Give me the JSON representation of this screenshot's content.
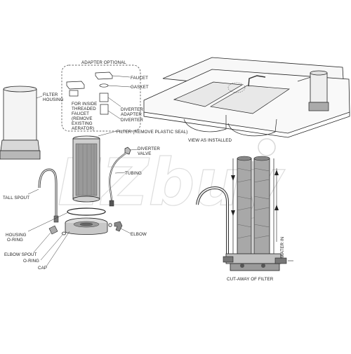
{
  "labels": {
    "adapter_optional": "ADAPTER OPTIONAL",
    "faucet": "FAUCET",
    "gasket": "GASKET",
    "inside_threaded_1": "FOR INSIDE",
    "inside_threaded_2": "THREADED",
    "inside_threaded_3": "FAUCET",
    "inside_threaded_4": "(REMOVE",
    "inside_threaded_5": "EXISTING",
    "inside_threaded_6": "AERATOR)",
    "diverter_adapter_1": "DIVERTER",
    "diverter_adapter_2": "ADAPTER",
    "diverter": "DIVERTER",
    "filter_housing_1": "FILTER",
    "filter_housing_2": "HOUSING",
    "filter_remove_seal": "FILTER (REMOVE PLASTIC SEAL)",
    "diverter_valve_1": "DIVERTER",
    "diverter_valve_2": "VALVE",
    "tubing": "TUBING",
    "tall_spout": "TALL SPOUT",
    "housing_oring_1": "HOUSING",
    "housing_oring_2": "O-RING",
    "elbow_spout": "ELBOW SPOUT",
    "oring": "O-RING",
    "cap": "CAP",
    "elbow": "ELBOW",
    "view_as_installed": "VIEW AS INSTALLED",
    "water_in": "WATER IN",
    "cutaway": "CUT-AWAY OF FILTER"
  },
  "watermark": "EZbuy"
}
